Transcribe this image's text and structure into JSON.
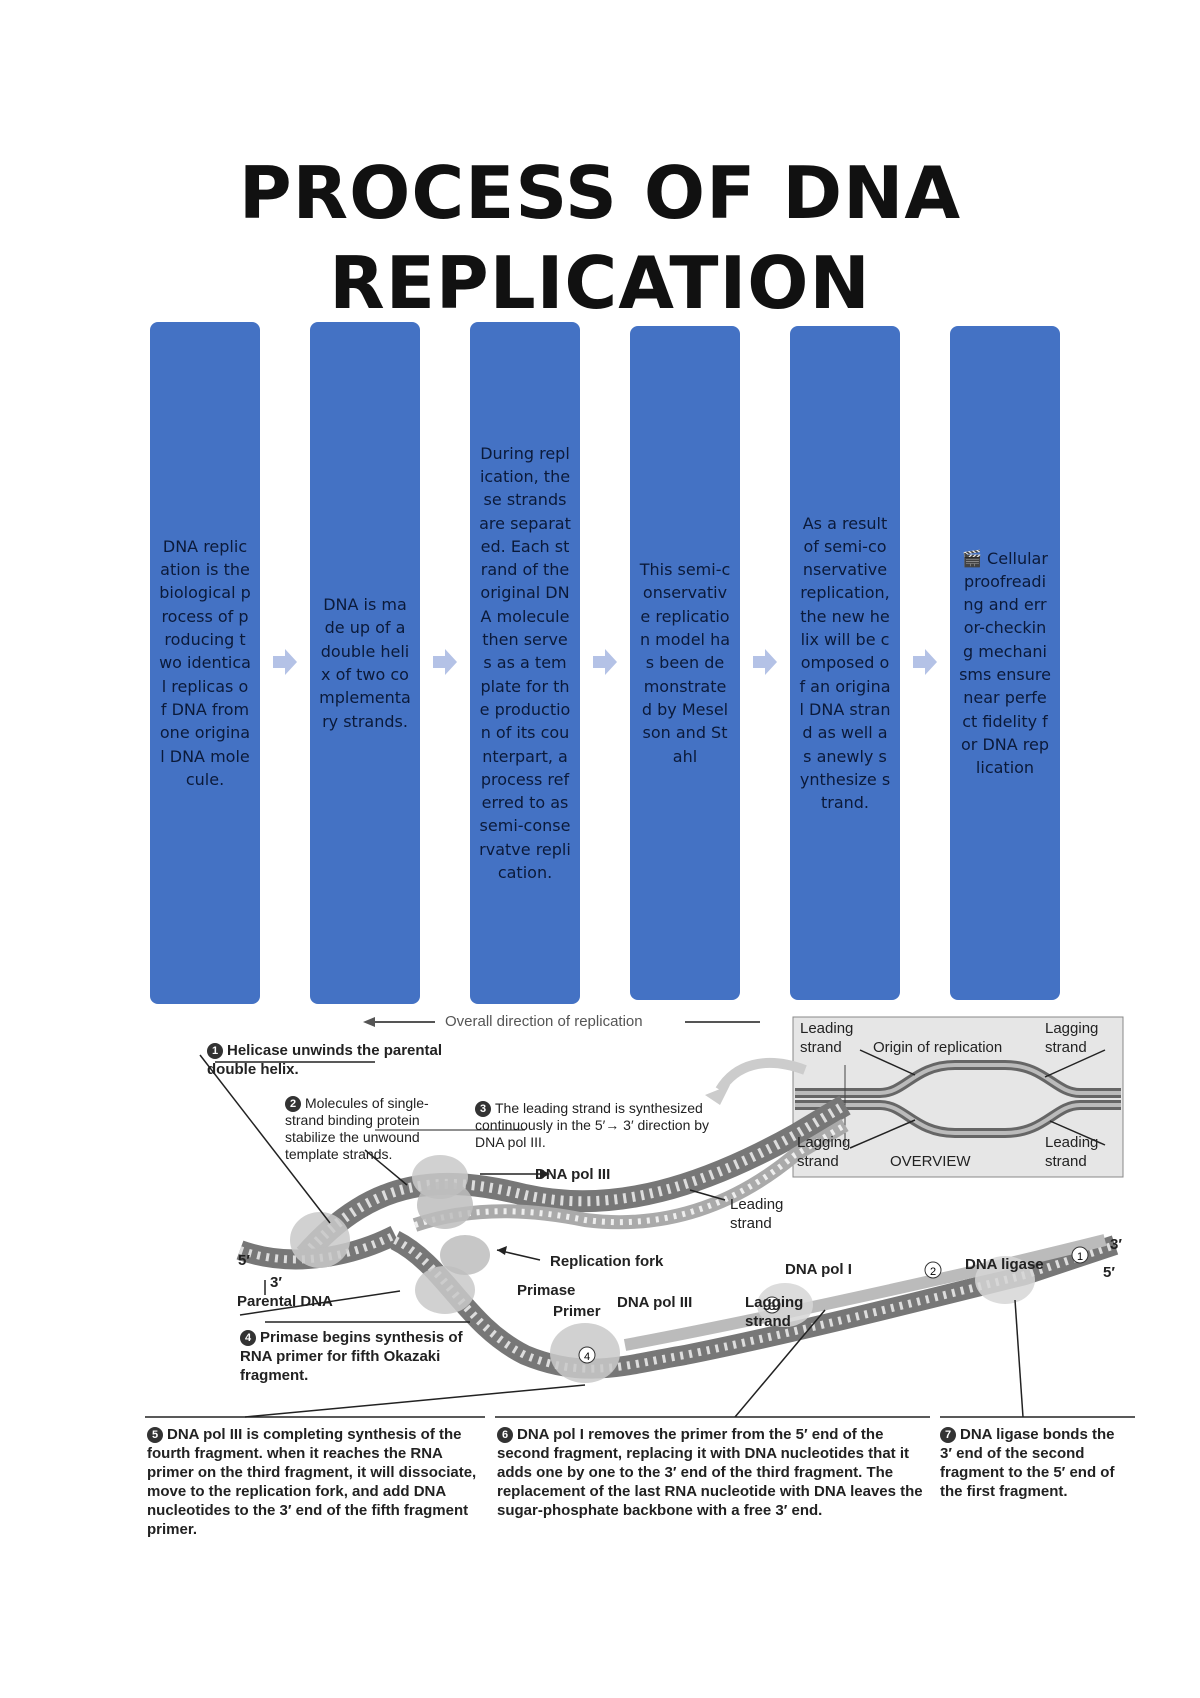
{
  "title": "PROCESS OF DNA REPLICATION",
  "boxes": [
    {
      "text": "DNA replication is the biological process of producing two identical replicas of DNA from one original DNA molecule."
    },
    {
      "text": "DNA is made up of a double helix of two complementary strands."
    },
    {
      "text": "During replication, these strands are separated. Each strand of the original DNA molecule then serves as a template for the production of its counterpart, a process referred to as semi-conservatve replication."
    },
    {
      "text": "This semi-conservative replication model has been demonstrated by Meselson and Stahl"
    },
    {
      "text": "As a result of semi-conservative replication, the new helix will be composed of an original DNA strand as well as anewly synthesize strand."
    },
    {
      "text": "🎬 Cellular proofreading and error-checking mechanisms ensure near perfect fidelity for DNA replication"
    }
  ],
  "arrow_icon": "chevron-right-arrow",
  "box_color": "#4472C4",
  "figure": {
    "direction_label": "Overall direction of replication",
    "overview": {
      "leading_left": "Leading strand",
      "origin": "Origin of replication",
      "lagging_right": "Lagging strand",
      "lagging_left": "Lagging strand",
      "overview_label": "OVERVIEW",
      "leading_right": "Leading strand"
    },
    "step1": "Helicase unwinds the parental double helix.",
    "step2": "Molecules of single-strand binding protein stabilize the unwound template strands.",
    "step3": "The leading strand is synthesized continuously in the 5′→ 3′ direction by DNA pol III.",
    "step4": "Primase begins synthesis of RNA primer for fifth Okazaki fragment.",
    "step5": "DNA pol III is completing synthesis of the fourth fragment. when it reaches the RNA primer on the third fragment, it will dissociate, move to the replication fork, and add DNA nucleotides to the 3′ end of the fifth fragment primer.",
    "step6": "DNA pol I removes the primer from the 5′ end of the second fragment, replacing it with DNA nucleotides that it adds one by one to the 3′ end of the third fragment. The replacement of the last RNA nucleotide with DNA leaves the sugar-phosphate backbone with a free 3′ end.",
    "step7": "DNA ligase bonds the 3′ end of the second fragment to the 5′ end of the first fragment.",
    "labels": {
      "dna_pol_iii_top": "DNA pol III",
      "leading_strand": "Leading strand",
      "replication_fork": "Replication fork",
      "five_prime": "5′",
      "three_prime": "3′",
      "parental_dna": "Parental DNA",
      "primase": "Primase",
      "primer": "Primer",
      "dna_pol_iii_bottom": "DNA pol III",
      "dna_pol_i": "DNA pol I",
      "lagging_strand": "Lagging strand",
      "dna_ligase": "DNA ligase",
      "right_three": "3′",
      "right_five": "5′"
    },
    "step_numbers": [
      "1",
      "2",
      "3",
      "4",
      "5",
      "6",
      "7"
    ]
  }
}
